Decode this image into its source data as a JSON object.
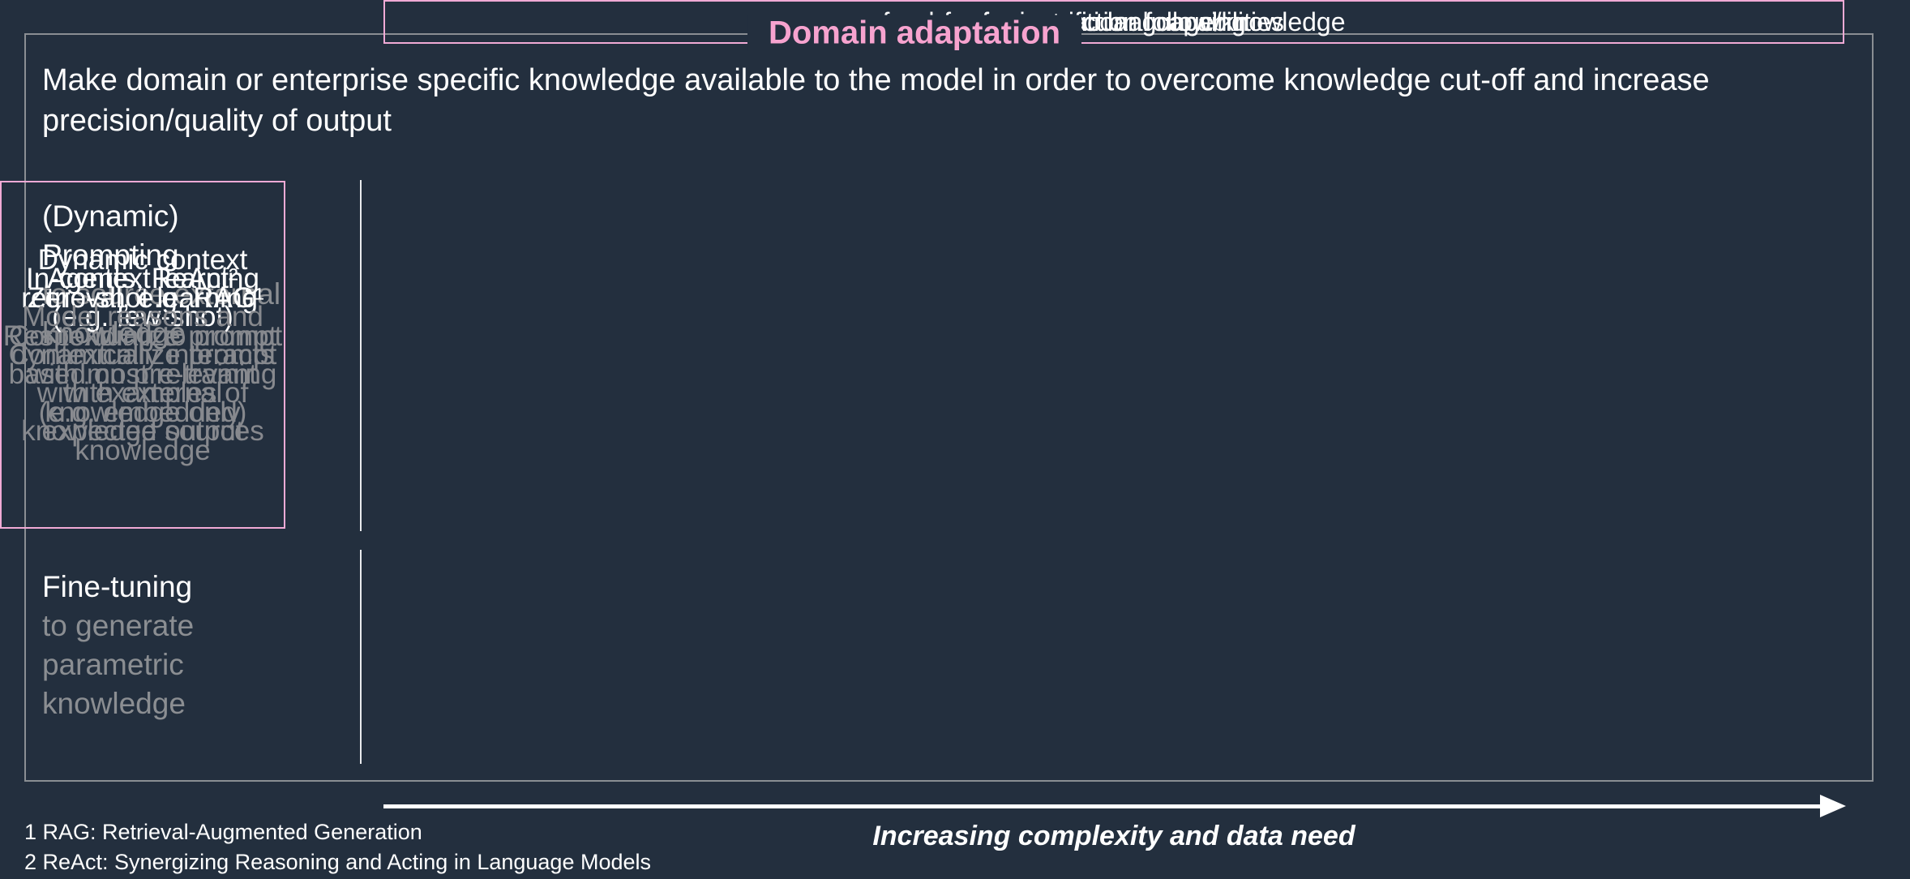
{
  "colors": {
    "background": "#232f3e",
    "title_pink": "#f7a3cf",
    "box_border_pink": "#f0aad5",
    "frame_border_gray": "#8a8e93",
    "muted_text_gray": "#8b8e92",
    "text_white": "#ffffff"
  },
  "header": {
    "title": "Domain adaptation",
    "intro": "Make domain or enterprise specific knowledge available to the model in order to overcome knowledge cut-off and increase precision/quality of output"
  },
  "prompting": {
    "heading_lines": [
      "(Dynamic)",
      "Prompting"
    ],
    "subtitle": "to source external knowledge",
    "cards": [
      {
        "title": "Zero-shot learning",
        "description": "Responding to prompt based on pre-training knowledge only"
      },
      {
        "title": "In-context learning (e.g. few-shot)",
        "description": "Contextualize prompt with examples of expected output"
      },
      {
        "title": "Dynamic context retrieval, e.g. RAG¹",
        "description": "Contextualize prompt with most relevant (e.g. embedded) knowledge"
      },
      {
        "title": "Agents, ReAct²",
        "description": "Model reasons and dynamically interacts with external knowledge sources"
      }
    ]
  },
  "fine_tuning": {
    "heading": "Fine-tuning",
    "subtitle": "to generate parametric knowledge",
    "bars": [
      "for instruction following",
      "for conversational capabilities",
      "for domain-specific language/knowledge",
      "..."
    ]
  },
  "footer": {
    "footnotes": [
      "1 RAG: Retrieval-Augmented Generation",
      "2 ReAct: Synergizing Reasoning and Acting in Language Models"
    ],
    "arrow_label": "Increasing complexity and data need"
  }
}
